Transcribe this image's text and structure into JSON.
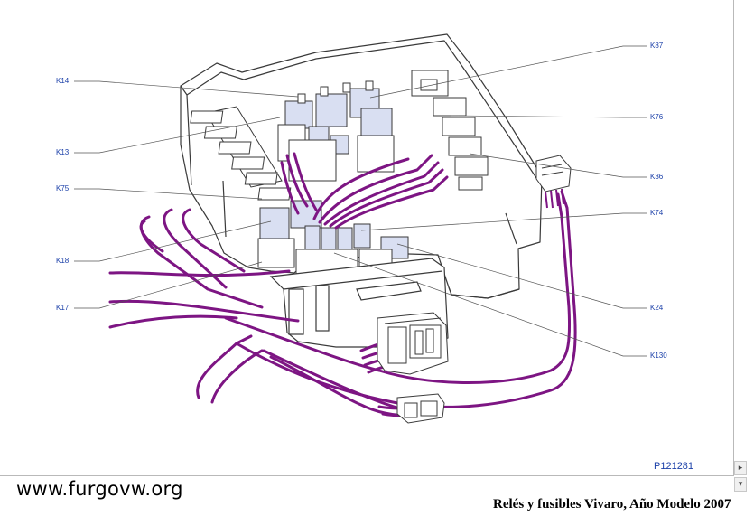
{
  "labels": {
    "k14": "K14",
    "k13": "K13",
    "k75": "K75",
    "k18": "K18",
    "k17": "K17",
    "k87": "K87",
    "k76": "K76",
    "k36": "K36",
    "k74": "K74",
    "k24": "K24",
    "k130": "K130"
  },
  "figure_code": "P121281",
  "watermark": "www.furgovw.org",
  "caption": "Relés y fusibles Vivaro, Año Modelo 2007",
  "colors": {
    "harness": "#7d1583",
    "relay_fill": "#d9dff2",
    "outline": "#3a3a3a",
    "label": "#1a3fa8"
  },
  "icons": {
    "scroll_right": "chevron-right-icon",
    "scroll_down": "chevron-down-icon"
  }
}
